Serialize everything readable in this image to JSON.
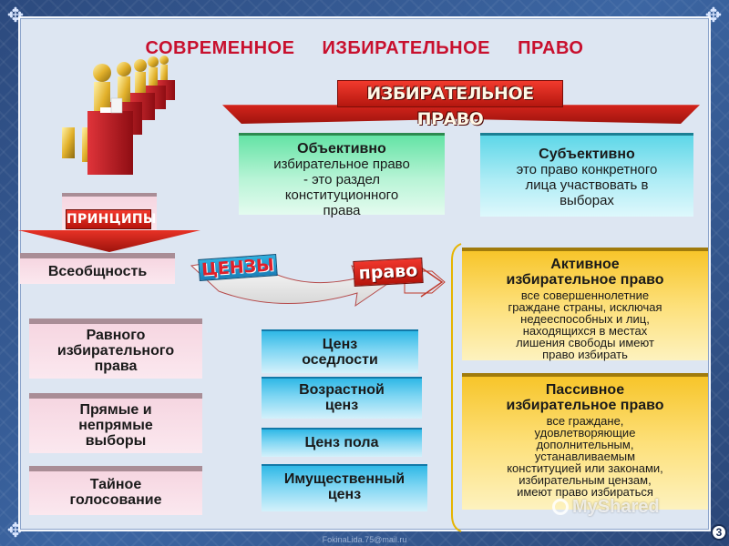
{
  "title": {
    "word1": "СОВРЕМЕННОЕ",
    "word2": "ИЗБИРАТЕЛЬНОЕ",
    "word3": "ПРАВО"
  },
  "ribbon_label": "ИЗБИРАТЕЛЬНОЕ ПРАВО",
  "objective": {
    "heading": "Объективно",
    "lines": [
      "избирательное право",
      "- это раздел",
      "конституционного",
      "права"
    ]
  },
  "subjective": {
    "heading": "Субъективно",
    "lines": [
      "это право конкретного",
      "лица участвовать в",
      "выборах"
    ]
  },
  "principles": {
    "label": "ПРИНЦИПЫ",
    "items": [
      "Всеобщность",
      "Равного избирательного права",
      "Прямые и непрямые выборы",
      "Тайное голосование"
    ],
    "item1_lines": [
      "Равного",
      "избирательного",
      "права"
    ],
    "item2_lines": [
      "Прямые и",
      "непрямые",
      "выборы"
    ],
    "item3_lines": [
      "Тайное",
      "голосование"
    ]
  },
  "censy": {
    "label": "ЦЕНЗЫ",
    "items": [
      [
        "Ценз",
        "оседлости"
      ],
      [
        "Возрастной",
        "ценз"
      ],
      [
        "Ценз пола"
      ],
      [
        "Имущественный",
        "ценз"
      ]
    ]
  },
  "pravo_label": "право",
  "active": {
    "heading_lines": [
      "Активное",
      "избирательное право"
    ],
    "lines": [
      "все совершеннолетние",
      "граждане страны, исключая",
      "недееспособных и лиц,",
      "находящихся в местах",
      "лишения свободы имеют",
      "право избирать"
    ]
  },
  "passive": {
    "heading_lines": [
      "Пассивное",
      "избирательное право"
    ],
    "lines": [
      "все граждане,",
      "удовлетворяющие",
      "дополнительным,",
      "устанавливаемым",
      "конституцией или законами,",
      "избирательным цензам,",
      "имеют право избираться"
    ]
  },
  "footer_email": "FokinaLida.75@mail.ru",
  "watermark": "MyShared",
  "page_number": "3",
  "colors": {
    "title_red": "#c8102e",
    "ribbon_red": "#e1281f",
    "frame_blue": "#2f4f86",
    "panel_bg": "#dde6f2",
    "gold": "#f7c52a",
    "cyan": "#5ed7e8",
    "green": "#64e3a5",
    "blue": "#2fb8e6",
    "pink": "#f6d6e1"
  }
}
